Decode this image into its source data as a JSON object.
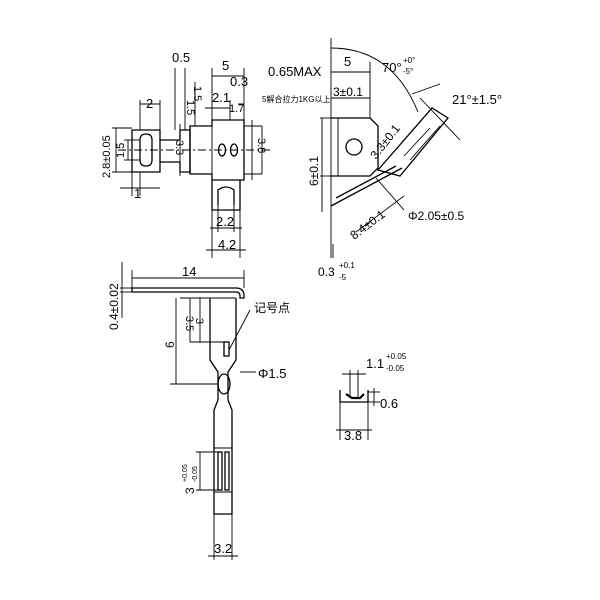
{
  "drawing": {
    "top_left_view": {
      "dims": {
        "d_0_5": "0.5",
        "d_1_5a": "1.5",
        "d_5": "5",
        "d_0_3": "0.3",
        "d_2": "2",
        "d_1_5b": "1.5",
        "d_2_1": "2.1",
        "d_1_7": "1.7",
        "d_2_8": "2.8±0.05",
        "d_1_5c": "1.5",
        "d_3_3": "3.3",
        "d_3_8": "3.8",
        "d_1": "1",
        "d_2_2": "2.2",
        "d_4_2": "4.2"
      }
    },
    "top_right_view": {
      "dims": {
        "d_065max": "0.65MAX",
        "d_5": "5",
        "d_70": "70°",
        "d_70_tol_up": "+0°",
        "d_70_tol_dn": "-5°",
        "note": "5解合拉力1KG以上",
        "d_3": "3±0.1",
        "d_21": "21°±1.5°",
        "d_3_3": "3.3±0.1",
        "d_6": "6±0.1",
        "d_phi205": "Φ2.05±0.5",
        "d_8_4": "8.4±0.1",
        "d_0_3": "0.3",
        "d_0_3_tol_up": "+0.1",
        "d_0_3_tol_dn": "-5"
      }
    },
    "bottom_left_view": {
      "dims": {
        "d_0_4": "0.4±0.02",
        "d_14": "14",
        "mark_note": "记号点",
        "d_3_5": "3.5",
        "d_3": "3",
        "d_6": "6",
        "d_phi15": "Φ1.5",
        "d_3_tol": "3",
        "d_3_tol_up": "+0.05",
        "d_3_tol_dn": "-0.05",
        "d_3_2": "3.2"
      }
    },
    "bottom_right_view": {
      "dims": {
        "d_1_1": "1.1",
        "d_1_1_tol_up": "+0.05",
        "d_1_1_tol_dn": "-0.05",
        "d_0_6": "0.6",
        "d_3_8": "3.8"
      }
    }
  }
}
